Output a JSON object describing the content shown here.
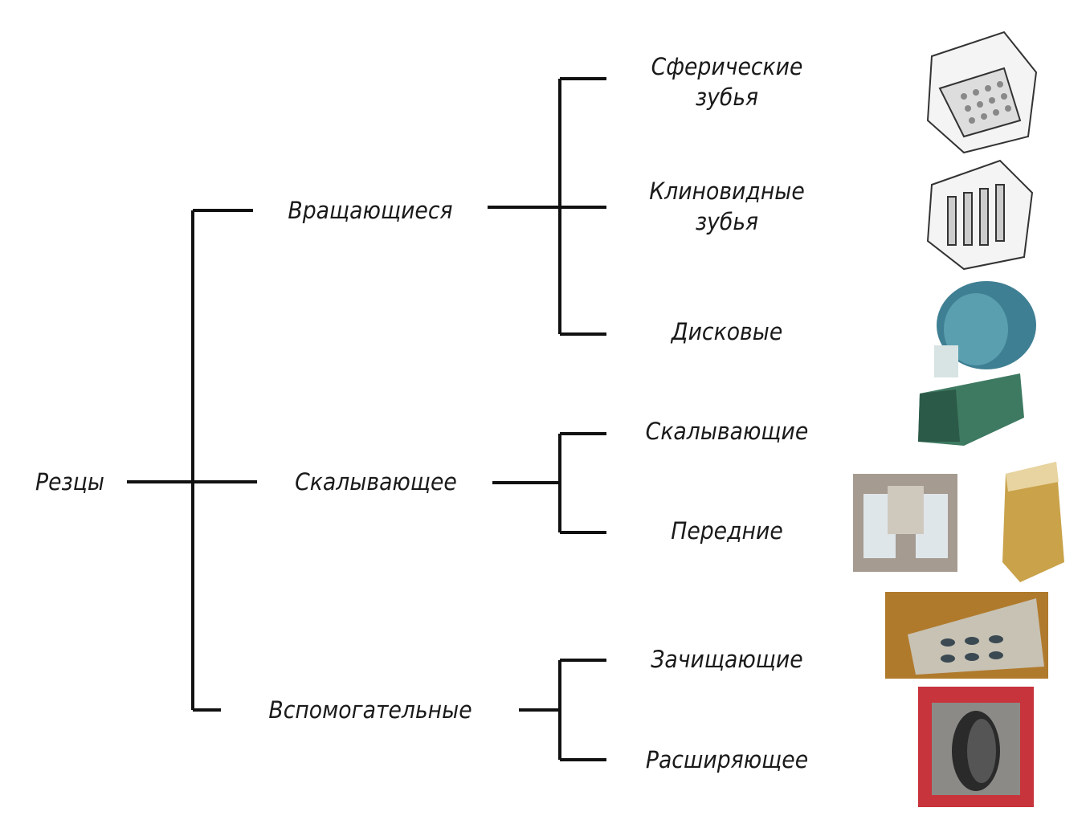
{
  "root": {
    "label": "Резцы"
  },
  "branches": [
    {
      "label": "Вращающиеся",
      "children": [
        {
          "label_lines": [
            "Сферические",
            "зубья"
          ]
        },
        {
          "label_lines": [
            "Клиновидные",
            "зубья"
          ]
        },
        {
          "label_lines": [
            "Дисковые"
          ]
        }
      ]
    },
    {
      "label": "Скалывающее",
      "children": [
        {
          "label_lines": [
            "Скалывающие"
          ]
        },
        {
          "label_lines": [
            "Передние"
          ]
        }
      ]
    },
    {
      "label": "Вспомогательные",
      "children": [
        {
          "label_lines": [
            "Зачищающие"
          ]
        },
        {
          "label_lines": [
            "Расширяющее"
          ]
        }
      ]
    }
  ],
  "colors": {
    "line": "#111111",
    "disc": "#3f7f93",
    "green": "#3e7a62",
    "gold": "#c9a24a",
    "red": "#c8343b"
  }
}
